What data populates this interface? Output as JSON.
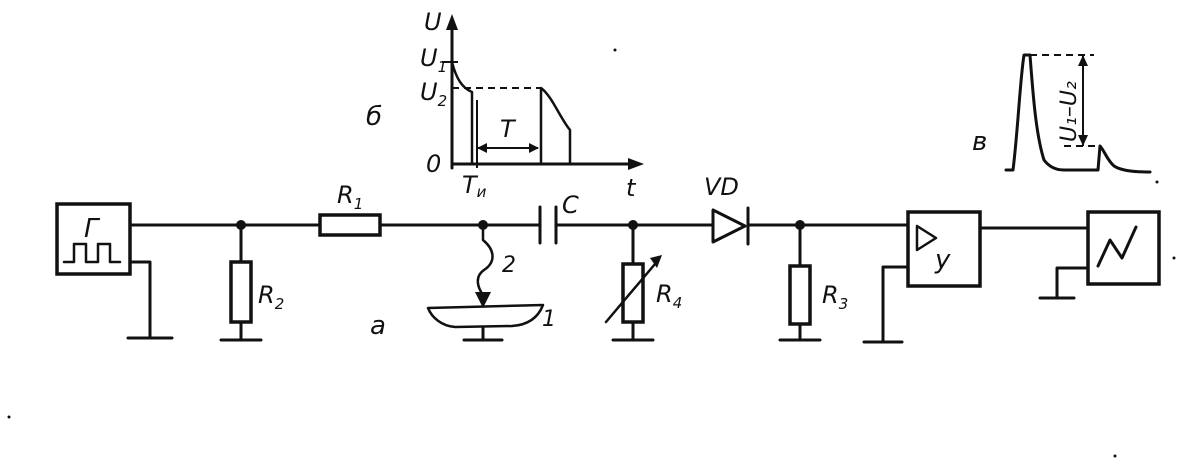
{
  "panels": {
    "a": "а",
    "b": "б",
    "v": "в"
  },
  "components": {
    "generator": "Г",
    "r1": "R",
    "r1_sub": "1",
    "r2": "R",
    "r2_sub": "2",
    "r3": "R",
    "r3_sub": "3",
    "r4": "R",
    "r4_sub": "4",
    "capacitor": "C",
    "diode": "VD",
    "amplifier": "у",
    "sample_number": "1",
    "probe_number": "2"
  },
  "waveform_b": {
    "y_axis": "U",
    "u1": "U",
    "u1_sub": "1",
    "u2": "U",
    "u2_sub": "2",
    "origin": "0",
    "x_axis": "t",
    "tu": "T",
    "tu_sub": "и",
    "period": "T"
  },
  "waveform_v": {
    "difference_label": "U₁–U₂"
  }
}
